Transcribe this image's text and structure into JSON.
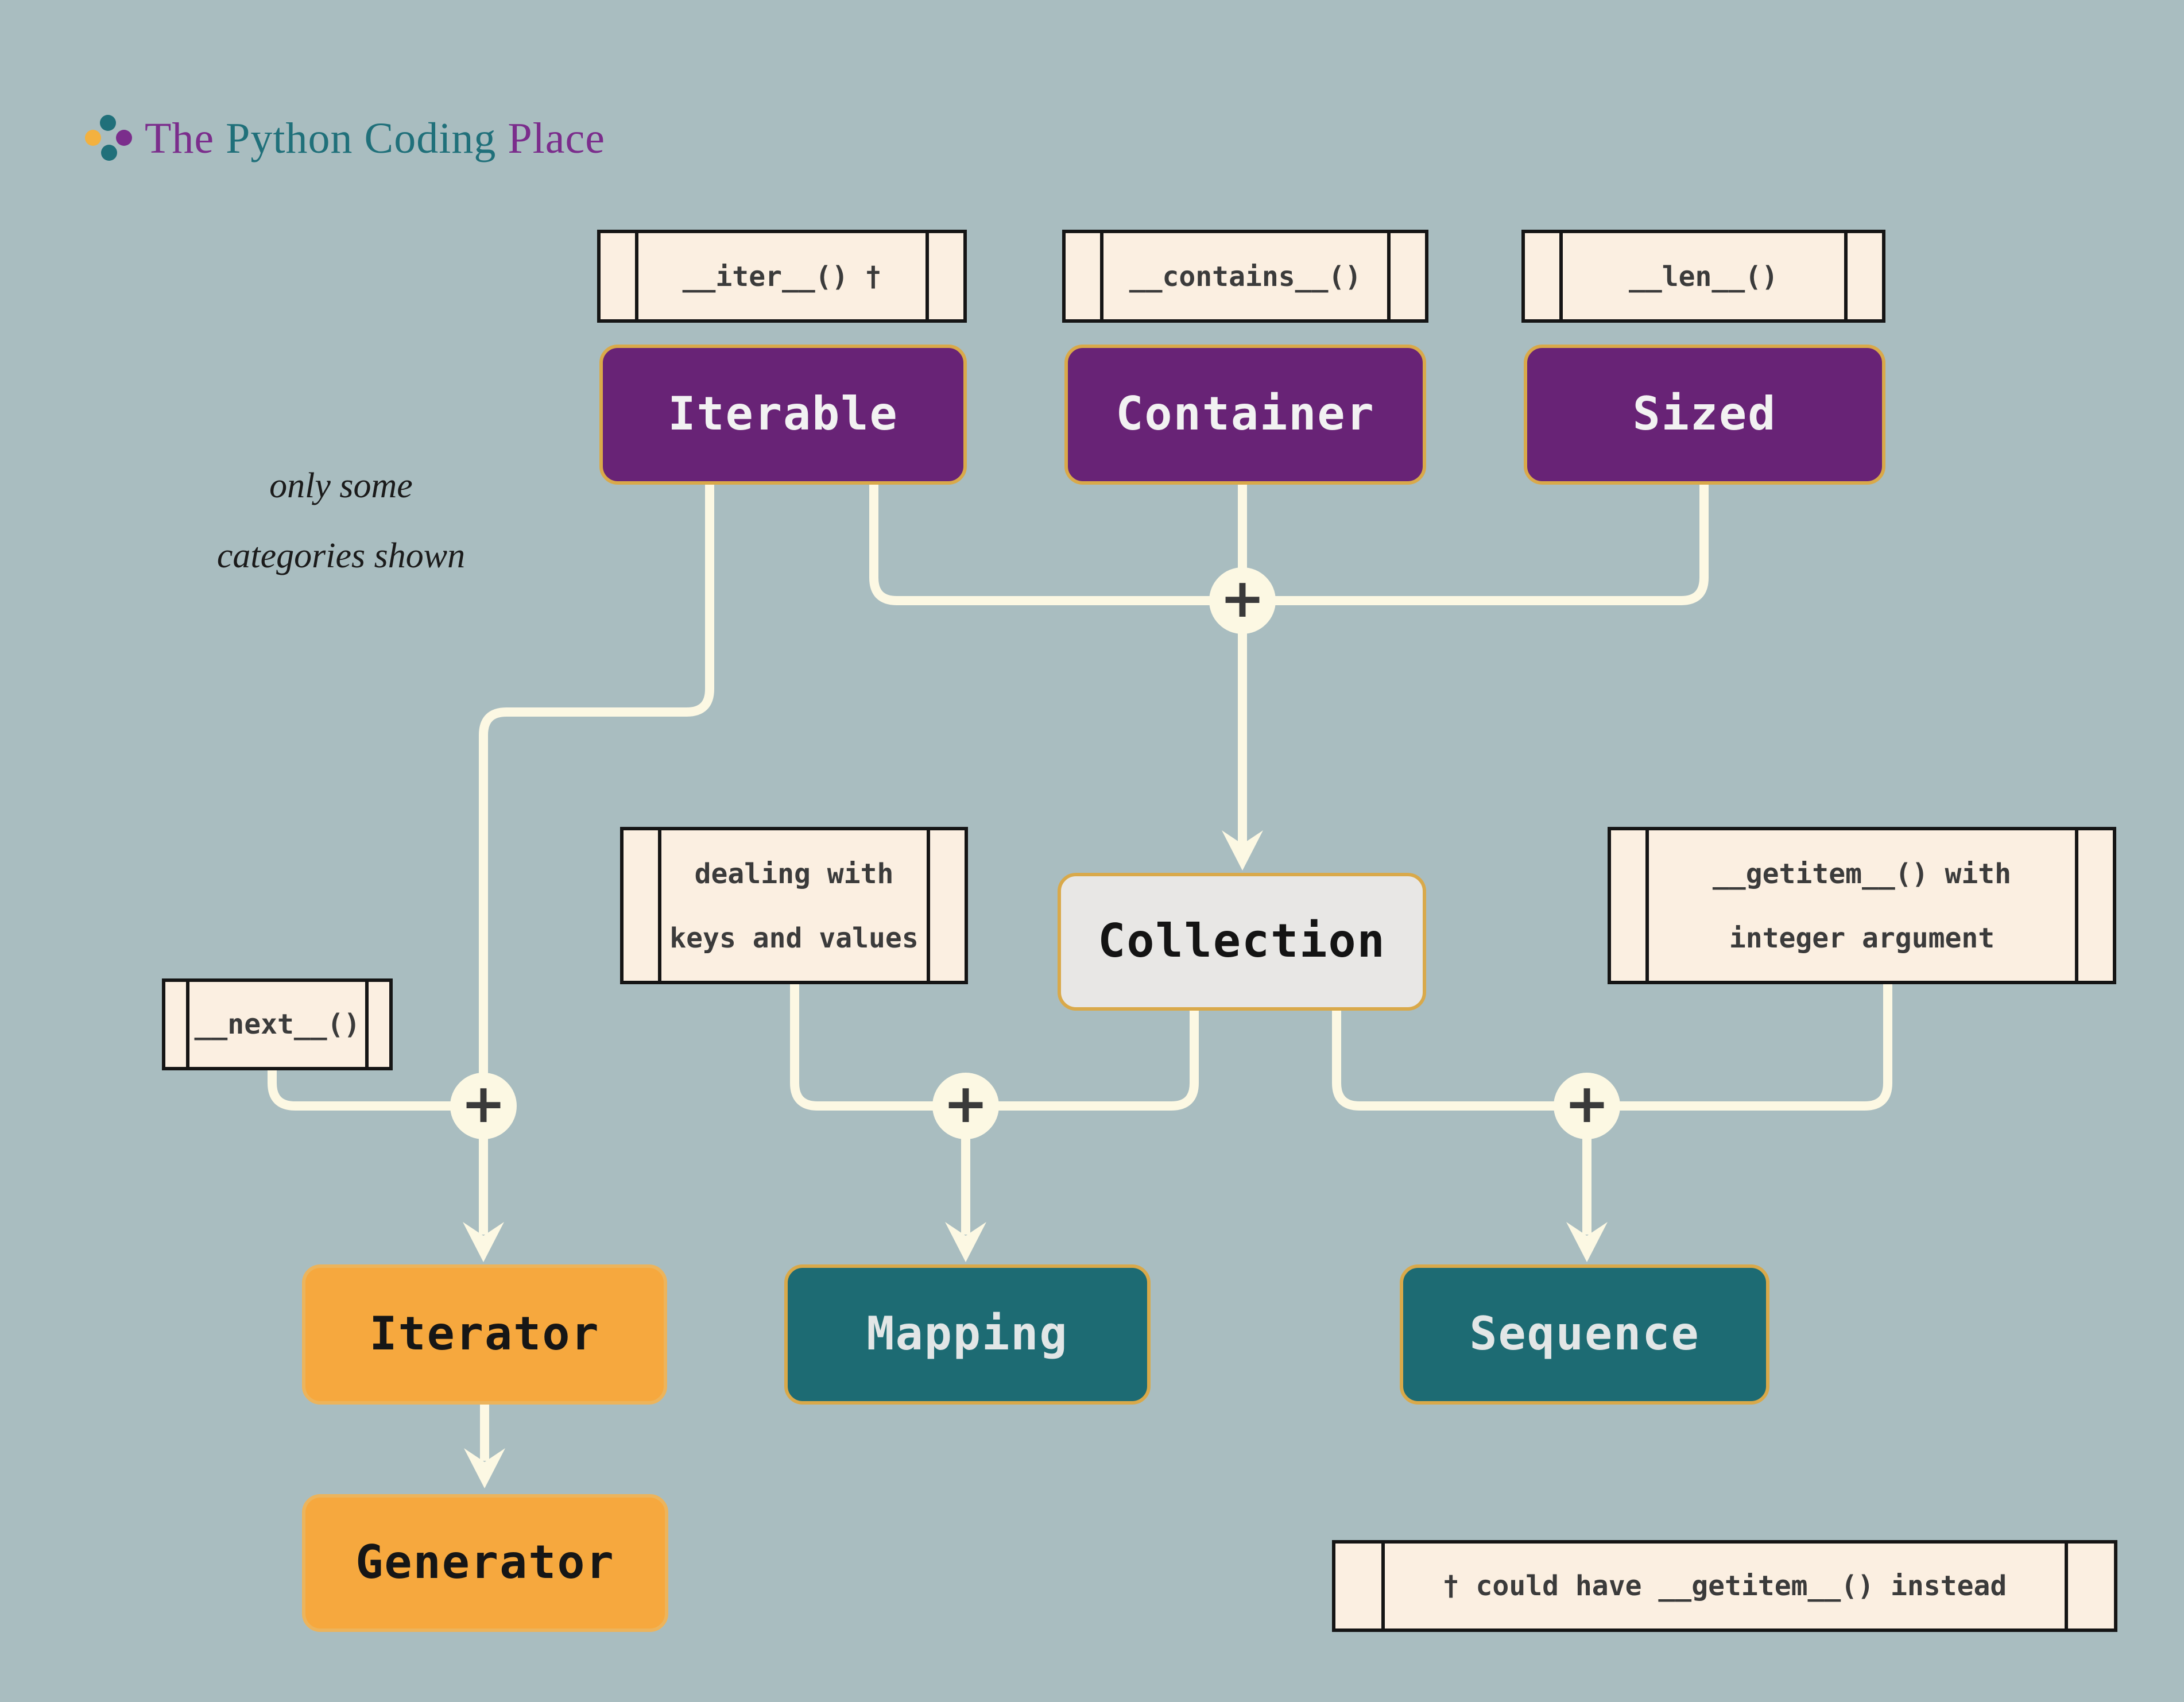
{
  "brand": {
    "title_part1": "The ",
    "title_part2": "Python Coding ",
    "title_part3": "Place"
  },
  "note": {
    "line1": "only some",
    "line2": "categories shown"
  },
  "method_labels": {
    "iter": "__iter__() †",
    "contains": "__contains__()",
    "len": "__len__()",
    "next": "__next__()",
    "dealing_line1": "dealing with",
    "dealing_line2": "keys and values",
    "getitem_line1": "__getitem__() with",
    "getitem_line2": "integer argument"
  },
  "nodes": {
    "iterable": "Iterable",
    "container": "Container",
    "sized": "Sized",
    "collection": "Collection",
    "iterator": "Iterator",
    "generator": "Generator",
    "mapping": "Mapping",
    "sequence": "Sequence"
  },
  "junction_symbol": "+",
  "footnote": "† could have __getitem__() instead",
  "colors": {
    "background": "#a9bdc0",
    "connector": "#fcf8e3",
    "label_box_fill": "#fbefe1",
    "purple_node": "#682376",
    "gold_border": "#d9a94a",
    "teal_node": "#1d6b73",
    "orange_node": "#f6a83e",
    "collection_fill": "#e8e7e5",
    "title_purple": "#7b2d8c",
    "title_teal": "#20707a",
    "logo_yellow": "#f3b13f"
  }
}
